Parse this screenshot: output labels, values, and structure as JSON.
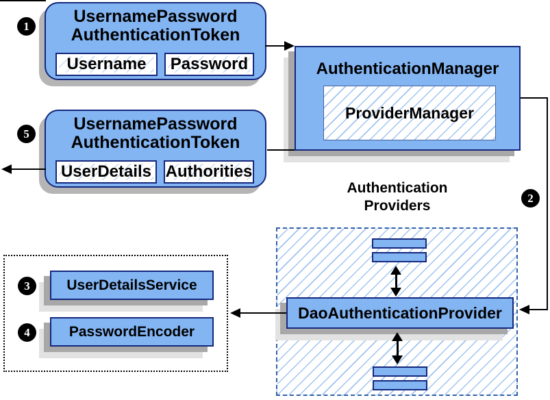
{
  "badges": {
    "one": "1",
    "two": "2",
    "three": "3",
    "four": "4",
    "five": "5"
  },
  "token_request": {
    "title_line1": "UsernamePassword",
    "title_line2": "AuthenticationToken",
    "fields": [
      "Username",
      "Password"
    ]
  },
  "auth_manager": {
    "title": "AuthenticationManager",
    "provider": "ProviderManager"
  },
  "token_response": {
    "title_line1": "UsernamePassword",
    "title_line2": "AuthenticationToken",
    "fields": [
      "UserDetails",
      "Authorities"
    ]
  },
  "providers": {
    "label_line1": "Authentication",
    "label_line2": "Providers",
    "dao": "DaoAuthenticationProvider"
  },
  "services": {
    "user_details_service": "UserDetailsService",
    "password_encoder": "PasswordEncoder"
  },
  "icons": {
    "arrowhead_right": "filled-right-triangle",
    "arrowhead_left": "filled-left-triangle",
    "double_arrow_vertical": "up-down-double-headed-arrow"
  },
  "colors": {
    "box_fill": "#83b5f3",
    "box_border": "#13277c",
    "hatch_line": "#9fc3ef",
    "dashed_border": "#3060a8",
    "shadow_dark": "#a8a8a8",
    "shadow_light": "#e2e2e2",
    "badge_bg": "#000000",
    "badge_text": "#ffffff"
  }
}
